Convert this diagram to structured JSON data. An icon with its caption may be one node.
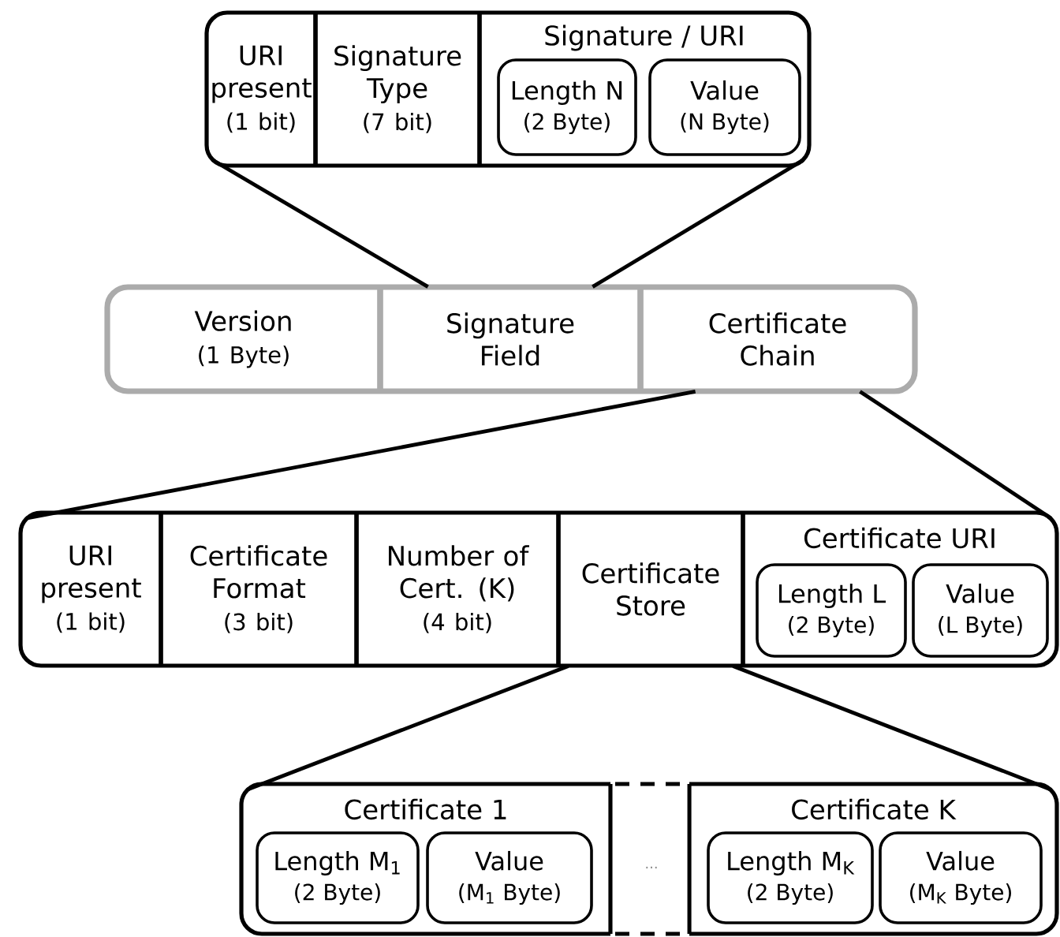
{
  "diagram": {
    "nodes": [
      {
        "text": [],
        "shape": "box"
      },
      {
        "text": [
          "URI present",
          "(1 bit)"
        ],
        "in": 0
      },
      {
        "text": [
          "Signature Type",
          "(7 bit)"
        ],
        "in": 0
      },
      {
        "text": [
          "Signature / URI"
        ],
        "in": 0
      },
      {
        "text": [
          "Length N",
          "(2 Byte)"
        ],
        "in": 3
      },
      {
        "text": [
          "Value",
          "(N Byte)"
        ],
        "in": 3
      },
      {
        "text": [],
        "shape": "box"
      },
      {
        "text": [
          "Version",
          "(1 Byte)"
        ],
        "in": 6
      },
      {
        "text": [
          "Signature Field"
        ],
        "in": 6
      },
      {
        "text": [
          "Certificate Chain"
        ],
        "in": 6
      },
      {
        "text": [],
        "shape": "box"
      },
      {
        "text": [
          "URI present",
          "(1 bit)"
        ],
        "in": 10
      },
      {
        "text": [
          "Certificate Format",
          "(3 bit)"
        ],
        "in": 10
      },
      {
        "text": [
          "Number of Cert. (K)",
          "(4 bit)"
        ],
        "in": 10
      },
      {
        "text": [
          "Certificate Store"
        ],
        "in": 10
      },
      {
        "text": [
          "Certificate URI"
        ],
        "in": 10
      },
      {
        "text": [
          "Length L",
          "(2 Byte)"
        ],
        "in": 15
      },
      {
        "text": [
          "Value",
          "(L Byte)"
        ],
        "in": 15
      },
      {
        "text": [],
        "shape": "box"
      },
      {
        "text": [
          "Certificate 1"
        ],
        "in": 18
      },
      {
        "text": [
          "Length M$_{1}$",
          "(2 Byte)"
        ],
        "in": 19
      },
      {
        "text": [
          "Value",
          "(M$_{1}$ Byte)"
        ],
        "in": 19
      },
      {
        "text": [
          "Certificate K"
        ],
        "in": 18
      },
      {
        "text": [
          "Length M$_{K}$",
          "(2 Byte)"
        ],
        "in": 22
      },
      {
        "text": [
          "Value",
          "(M$_{K}$ Byte)"
        ],
        "in": 22
      }
    ],
    "edges": [
      {
        "from": 8,
        "to": 0,
        "arrow": "none"
      },
      {
        "from": 8,
        "to": 0,
        "arrow": "none"
      },
      {
        "from": 9,
        "to": 10,
        "arrow": "none"
      },
      {
        "from": 9,
        "to": 10,
        "arrow": "none"
      },
      {
        "from": 14,
        "to": 18,
        "arrow": "none"
      },
      {
        "from": 14,
        "to": 18,
        "arrow": "none"
      }
    ],
    "labels": [
      "..."
    ]
  }
}
